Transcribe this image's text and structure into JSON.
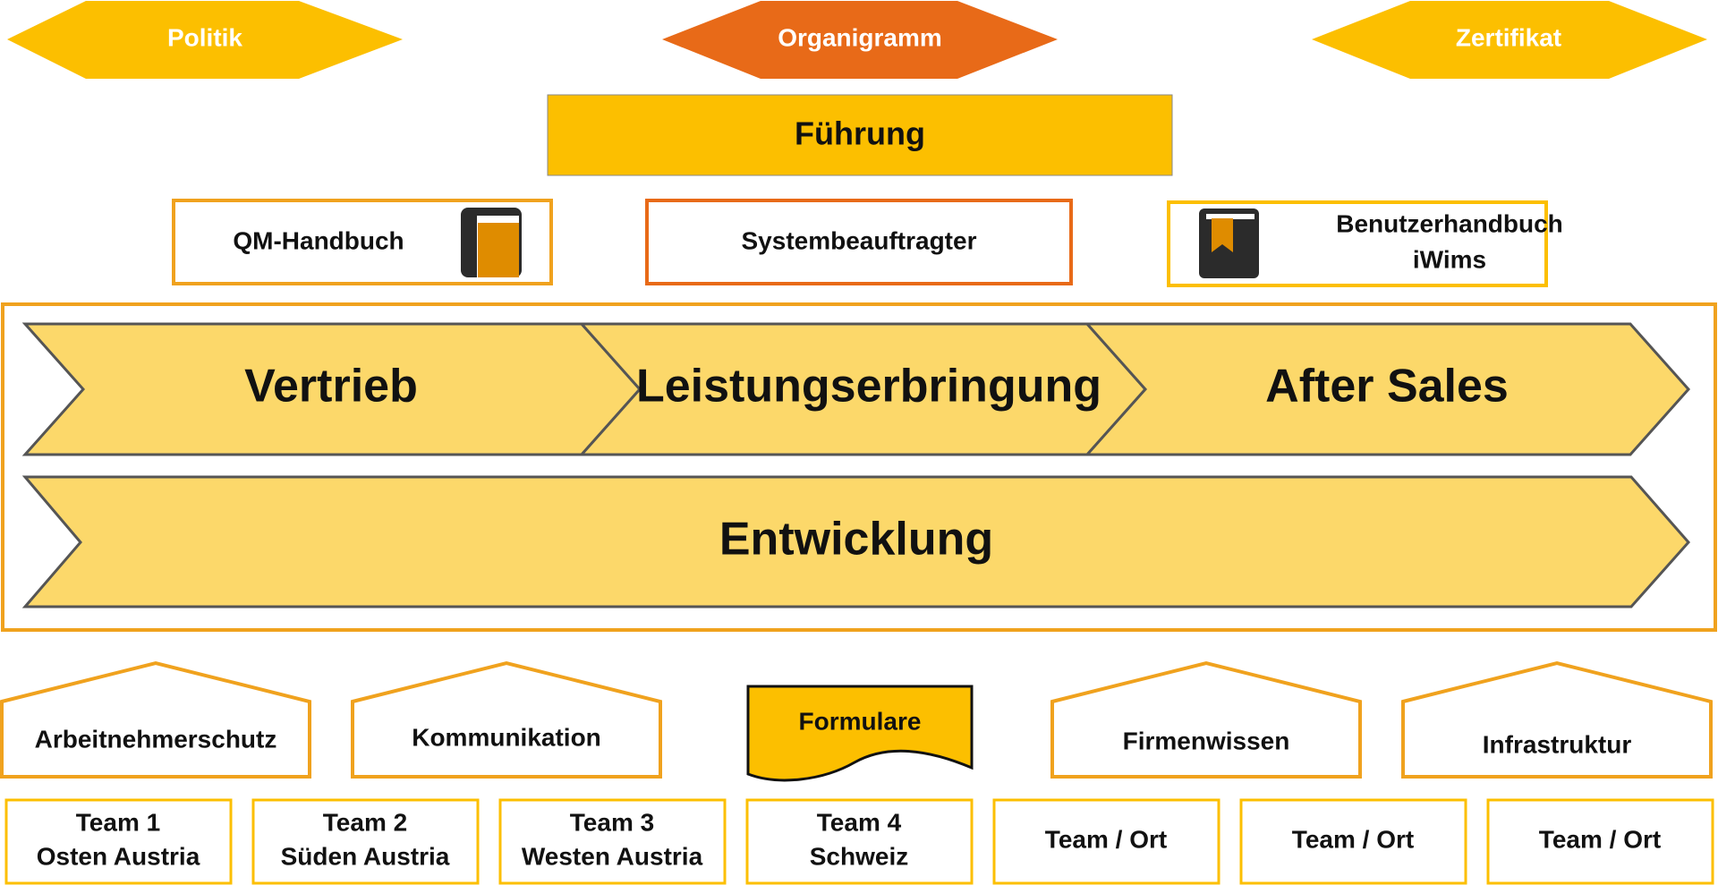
{
  "top_hexagons": [
    {
      "label": "Politik",
      "color": "#FCBF00"
    },
    {
      "label": "Organigramm",
      "color": "#E86A18"
    },
    {
      "label": "Zertifikat",
      "color": "#FCBF00"
    }
  ],
  "fuehrung": {
    "label": "Führung"
  },
  "doc_row": {
    "qm": {
      "label": "QM-Handbuch",
      "icon": "book-icon"
    },
    "system": {
      "label": "Systembeauftragter"
    },
    "benutzer": {
      "line1": "Benutzerhandbuch",
      "line2": "iWims",
      "icon": "bookmark-book-icon"
    }
  },
  "processes": {
    "row1": [
      "Vertrieb",
      "Leistungserbringung",
      "After Sales"
    ],
    "row2": "Entwicklung"
  },
  "support": [
    {
      "label": "Arbeitnehmerschutz"
    },
    {
      "label": "Kommunikation"
    },
    {
      "label": "Formulare"
    },
    {
      "label": "Firmenwissen"
    },
    {
      "label": "Infrastruktur"
    }
  ],
  "teams": [
    {
      "line1": "Team 1",
      "line2": "Osten Austria"
    },
    {
      "line1": "Team 2",
      "line2": "Süden Austria"
    },
    {
      "line1": "Team 3",
      "line2": "Westen Austria"
    },
    {
      "line1": "Team 4",
      "line2": "Schweiz"
    },
    {
      "line1": "Team / Ort",
      "line2": ""
    },
    {
      "line1": "Team / Ort",
      "line2": ""
    },
    {
      "line1": "Team / Ort",
      "line2": ""
    }
  ],
  "colors": {
    "gold": "#FCBF00",
    "orange": "#E86A18",
    "border_orange": "#F0A21E",
    "chevron_fill": "#FCD86A",
    "chevron_stroke": "#555555",
    "book_dark": "#2B2B2B",
    "book_accent": "#DF8C00"
  }
}
